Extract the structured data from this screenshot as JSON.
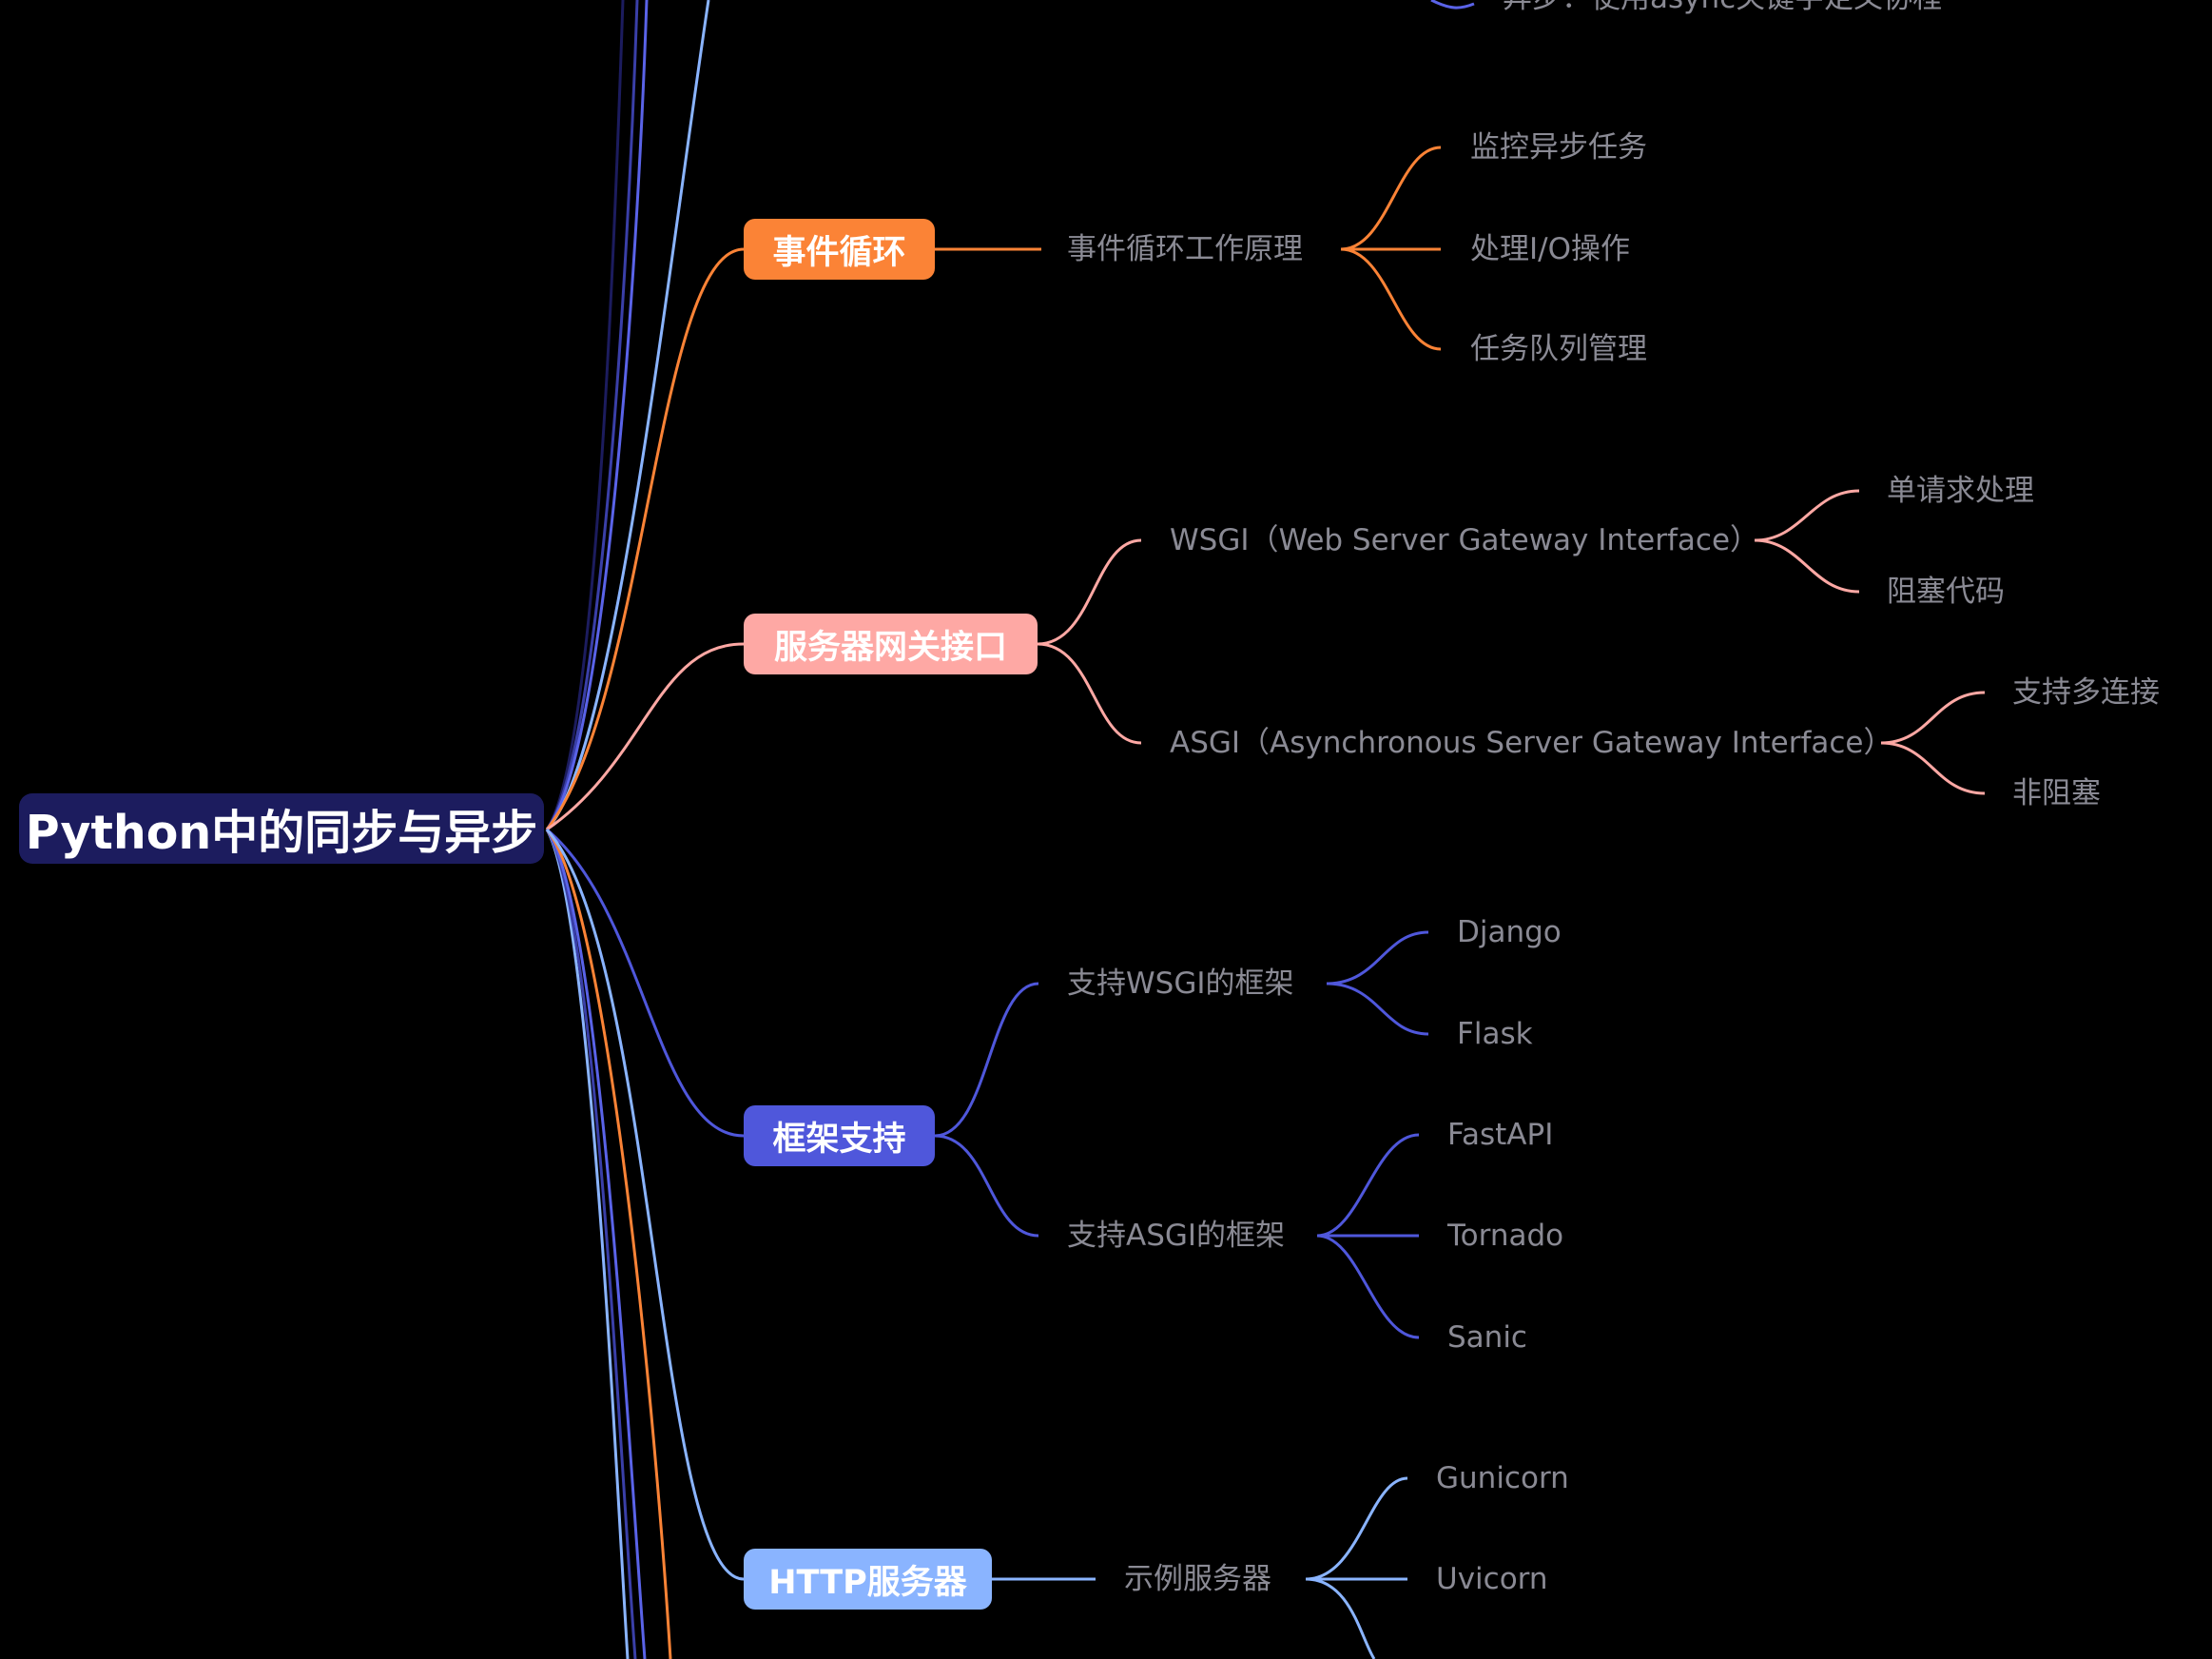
{
  "root": {
    "label": "Python中的同步与异步"
  },
  "colors": {
    "root": "#1c1c5e",
    "event_loop": "#fb8336",
    "gateway": "#fea8a4",
    "framework": "#4f57db",
    "http": "#8ab4ff"
  },
  "top_partial": {
    "label": "异步：使用async关键字定义协程"
  },
  "event_loop": {
    "label": "事件循环",
    "child": {
      "label": "事件循环工作原理",
      "items": [
        "监控异步任务",
        "处理I/O操作",
        "任务队列管理"
      ]
    }
  },
  "gateway": {
    "label": "服务器网关接口",
    "wsgi": {
      "label": "WSGI（Web Server Gateway Interface）",
      "items": [
        "单请求处理",
        "阻塞代码"
      ]
    },
    "asgi": {
      "label": "ASGI（Asynchronous Server Gateway Interface）",
      "items": [
        "支持多连接",
        "非阻塞"
      ]
    }
  },
  "framework": {
    "label": "框架支持",
    "wsgi": {
      "label": "支持WSGI的框架",
      "items": [
        "Django",
        "Flask"
      ]
    },
    "asgi": {
      "label": "支持ASGI的框架",
      "items": [
        "FastAPI",
        "Tornado",
        "Sanic"
      ]
    }
  },
  "http": {
    "label": "HTTP服务器",
    "child": {
      "label": "示例服务器",
      "items": [
        "Gunicorn",
        "Uvicorn"
      ]
    }
  }
}
